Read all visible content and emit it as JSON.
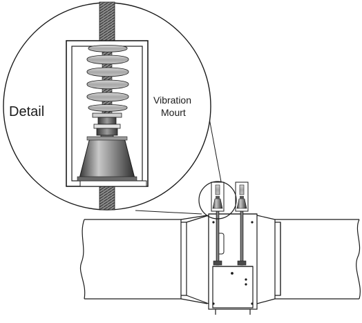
{
  "labels": {
    "detail": "Detail",
    "vibration_line1": "Vibration",
    "vibration_line2": "Mourt"
  },
  "colors": {
    "ink": "#1a1a1a",
    "spring_fill": "#b9b9b9",
    "rod_fill": "#7a7a7a",
    "background": "#ffffff"
  },
  "icons": {
    "spring": "coil-spring-icon",
    "isolator": "rubber-isolator-icon"
  }
}
